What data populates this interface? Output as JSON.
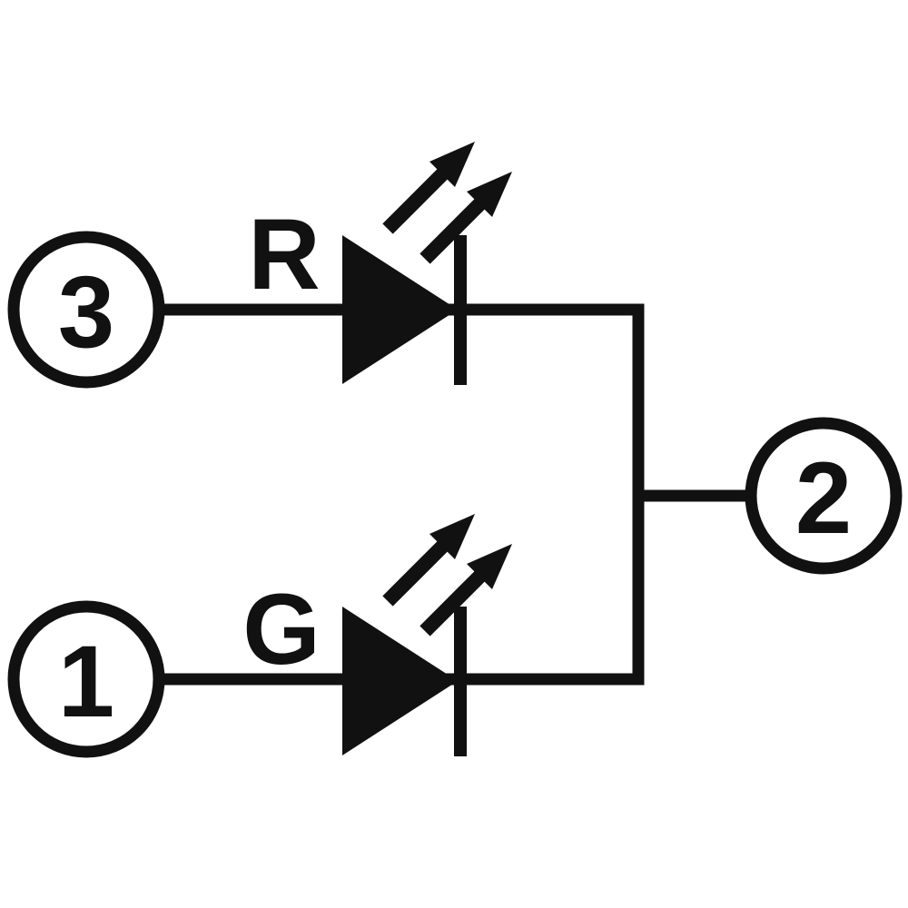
{
  "colors": {
    "ink": "#111111",
    "background": "#ffffff"
  },
  "schematic": {
    "pins": [
      {
        "label": "3",
        "position": "top-left"
      },
      {
        "label": "1",
        "position": "bottom-left"
      },
      {
        "label": "2",
        "position": "right"
      }
    ],
    "leds": [
      {
        "label": "R",
        "position": "top"
      },
      {
        "label": "G",
        "position": "bottom"
      }
    ]
  }
}
